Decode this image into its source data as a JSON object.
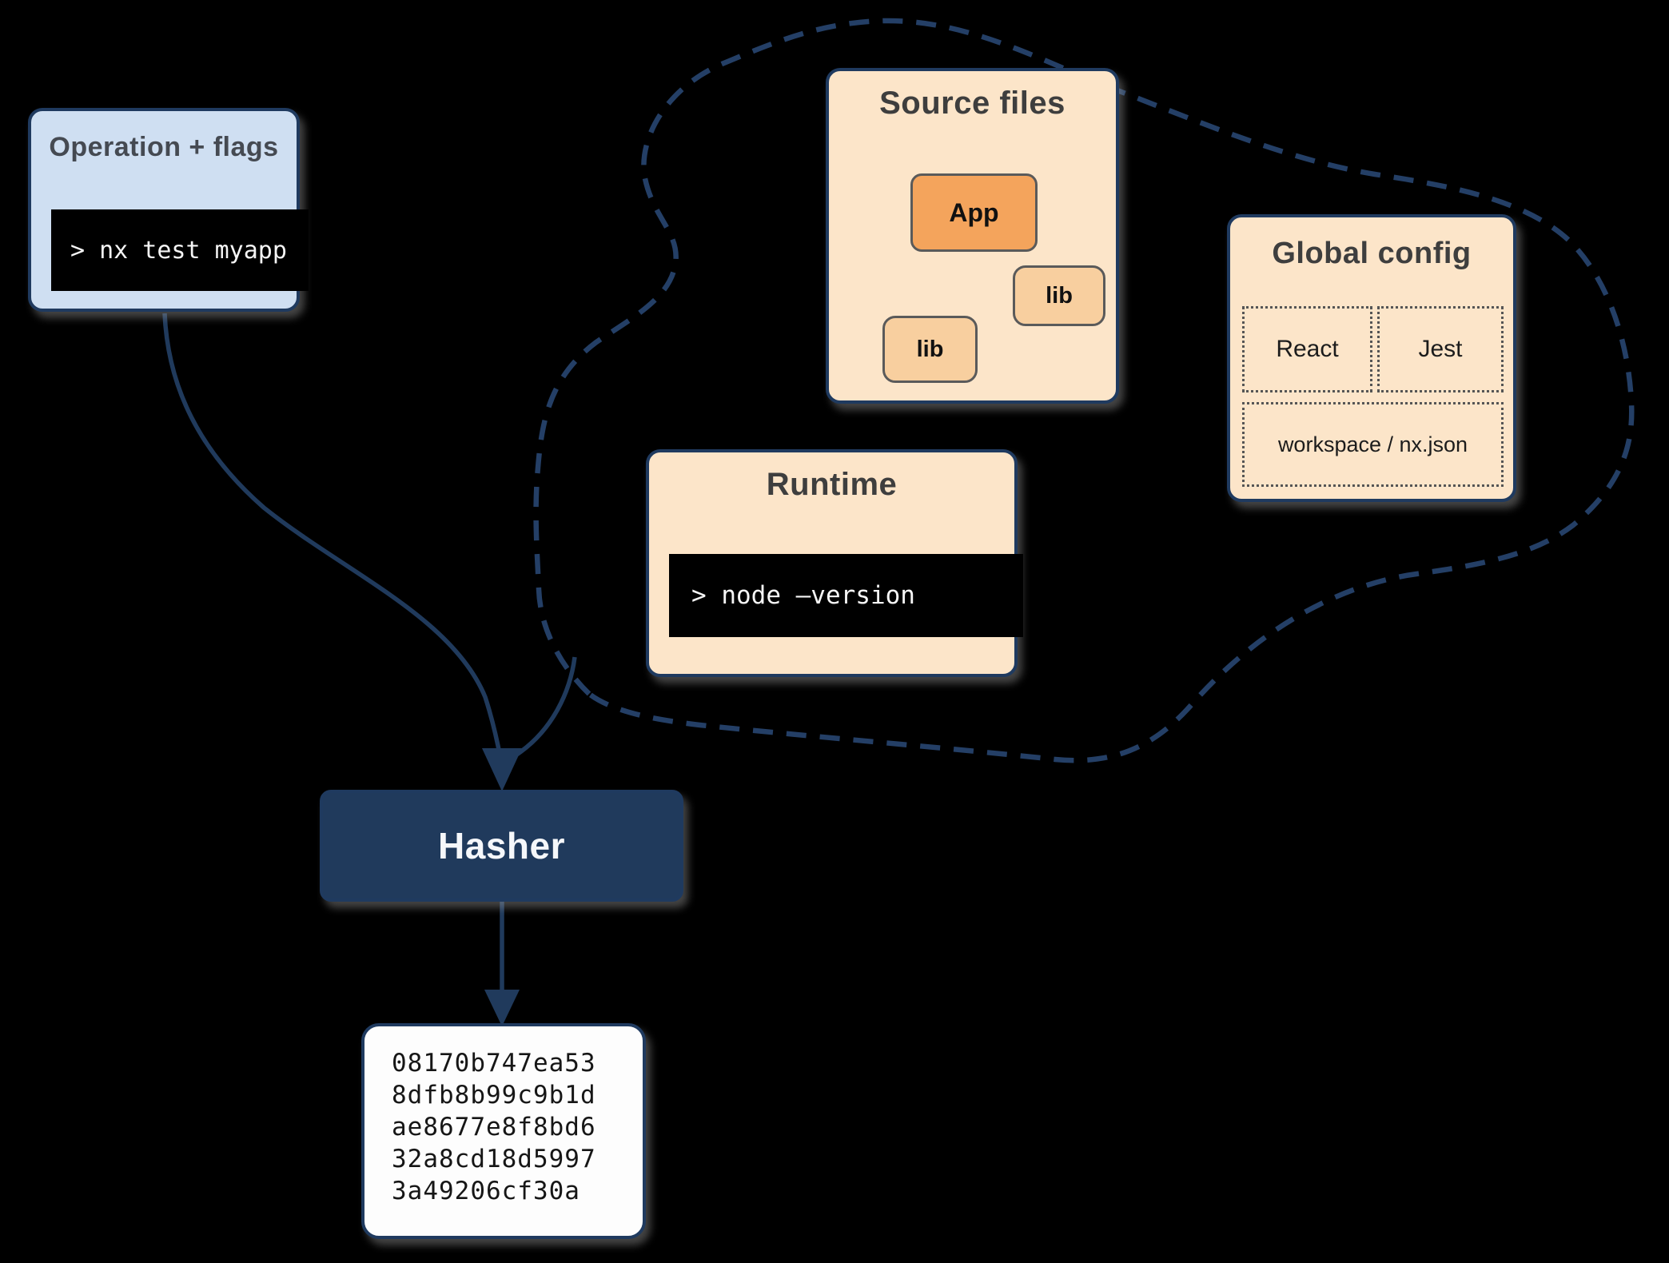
{
  "diagram_title": "Nx hasher inputs diagram",
  "colors": {
    "background": "#000000",
    "navy": "#1f3a5f",
    "dash_navy": "#243f66",
    "light_blue": "#cfdff2",
    "peach": "#fce5c9",
    "orange_app": "#f4a45c",
    "orange_lib": "#f8cf9f",
    "gray_border": "#5a5a5a",
    "terminal_bg": "#000000",
    "terminal_text": "#f5f5f5"
  },
  "nodes": {
    "operation": {
      "title": "Operation + flags",
      "command": "> nx test myapp"
    },
    "source_files": {
      "title": "Source files",
      "app_label": "App",
      "lib1_label": "lib",
      "lib2_label": "lib"
    },
    "runtime": {
      "title": "Runtime",
      "command": "> node –version"
    },
    "global_config": {
      "title": "Global config",
      "item_react": "React",
      "item_jest": "Jest",
      "item_workspace": "workspace / nx.json"
    },
    "hasher": {
      "label": "Hasher"
    },
    "hash_output": {
      "lines": [
        "08170b747ea53",
        "8dfb8b99c9b1d",
        "ae8677e8f8bd6",
        "32a8cd18d5997",
        "3a49206cf30a"
      ]
    }
  },
  "edges": {
    "operation_to_hasher": "solid navy curve",
    "cloud_to_hasher": "solid navy curve",
    "hasher_to_hash": "solid navy arrow",
    "app_to_lib_left": "gray curve",
    "app_to_lib_right": "gray curve",
    "cloud_outline": "dashed navy blob"
  }
}
